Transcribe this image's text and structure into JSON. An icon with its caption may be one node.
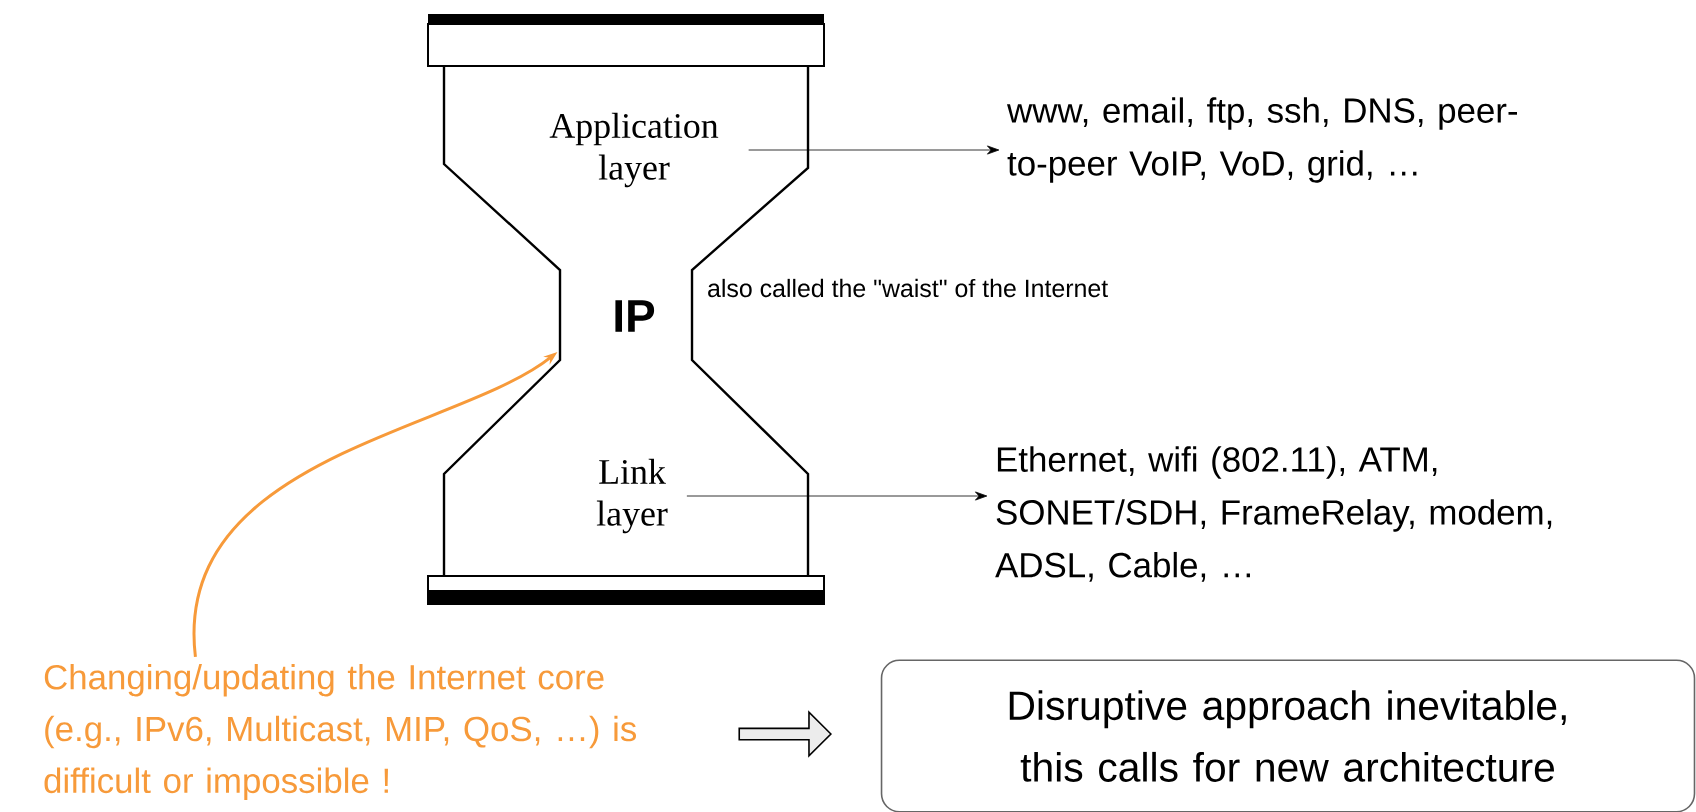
{
  "diagram": {
    "nodes": [
      {
        "text": [],
        "shape": "hourglass"
      },
      {
        "text": [
          "Application layer"
        ],
        "in": 0
      },
      {
        "text": [
          "IP"
        ],
        "in": 0
      },
      {
        "text": [
          "Link layer"
        ],
        "in": 0
      },
      {
        "text": [
          "www, email, ftp, ssh, DNS, peer-to-peer VoIP, VoD, grid, …"
        ]
      },
      {
        "text": [
          "Ethernet, wifi (802.11), ATM, SONET/SDH, FrameRelay, modem, ADSL, Cable, …"
        ]
      },
      {
        "text": [
          "Changing/updating the Internet core (e.g., IPv6, Multicast, MIP, QoS, …) is difficult or impossible !"
        ]
      },
      {
        "text": [
          "Disruptive approach inevitable, this calls for new architecture"
        ]
      }
    ],
    "edges": [
      {
        "from": 1,
        "to": 4,
        "arrow": "to"
      },
      {
        "from": 3,
        "to": 5,
        "arrow": "to"
      },
      {
        "from": 6,
        "to": 2,
        "arrow": "to",
        "color": "#f79a3a"
      },
      {
        "from": 6,
        "to": 7,
        "arrow": "to",
        "style": "thick"
      }
    ],
    "labels": [
      "also called the \"waist\" of the Internet"
    ]
  }
}
